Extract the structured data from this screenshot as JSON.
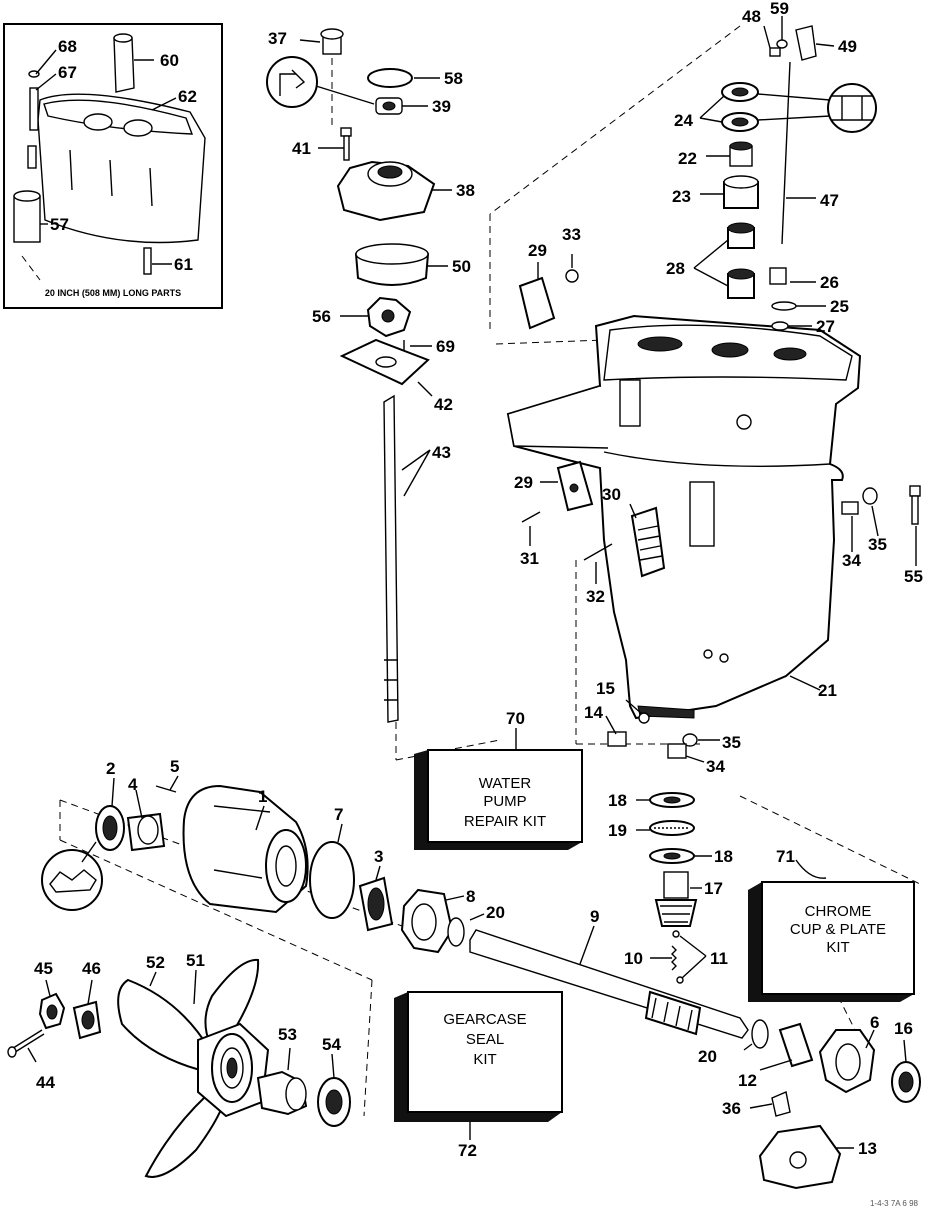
{
  "inset": {
    "caption": "20 INCH (508 MM) LONG PARTS"
  },
  "labels": {
    "p1": "1",
    "p2": "2",
    "p3": "3",
    "p4": "4",
    "p5": "5",
    "p6": "6",
    "p7": "7",
    "p8": "8",
    "p9": "9",
    "p10": "10",
    "p11": "11",
    "p12": "12",
    "p13": "13",
    "p14": "14",
    "p15": "15",
    "p16": "16",
    "p17": "17",
    "p18a": "18",
    "p18b": "18",
    "p19": "19",
    "p20a": "20",
    "p20b": "20",
    "p21": "21",
    "p22": "22",
    "p23": "23",
    "p24": "24",
    "p25": "25",
    "p26": "26",
    "p27": "27",
    "p28": "28",
    "p29a": "29",
    "p29b": "29",
    "p30": "30",
    "p31": "31",
    "p32": "32",
    "p33": "33",
    "p34a": "34",
    "p34b": "34",
    "p35a": "35",
    "p35b": "35",
    "p36": "36",
    "p37": "37",
    "p38": "38",
    "p39": "39",
    "p41": "41",
    "p42": "42",
    "p43": "43",
    "p44": "44",
    "p45": "45",
    "p46": "46",
    "p47": "47",
    "p48": "48",
    "p49": "49",
    "p50": "50",
    "p51": "51",
    "p52": "52",
    "p53": "53",
    "p54": "54",
    "p55": "55",
    "p56": "56",
    "p57": "57",
    "p58": "58",
    "p59": "59",
    "p60": "60",
    "p61": "61",
    "p62": "62",
    "p67": "67",
    "p68": "68",
    "p69": "69",
    "p70": "70",
    "p71": "71",
    "p72": "72"
  },
  "kits": {
    "water_pump": {
      "line1": "WATER",
      "line2": "PUMP",
      "line3": "REPAIR KIT"
    },
    "gearcase_seal": {
      "line1": "GEARCASE",
      "line2": "SEAL",
      "line3": "KIT"
    },
    "chrome_cup": {
      "line1": "CHROME",
      "line2": "CUP & PLATE",
      "line3": "KIT"
    }
  },
  "footer": {
    "stamp": "1-4-3 7A 6 98"
  },
  "colors": {
    "ink": "#000000",
    "paper": "#ffffff"
  }
}
